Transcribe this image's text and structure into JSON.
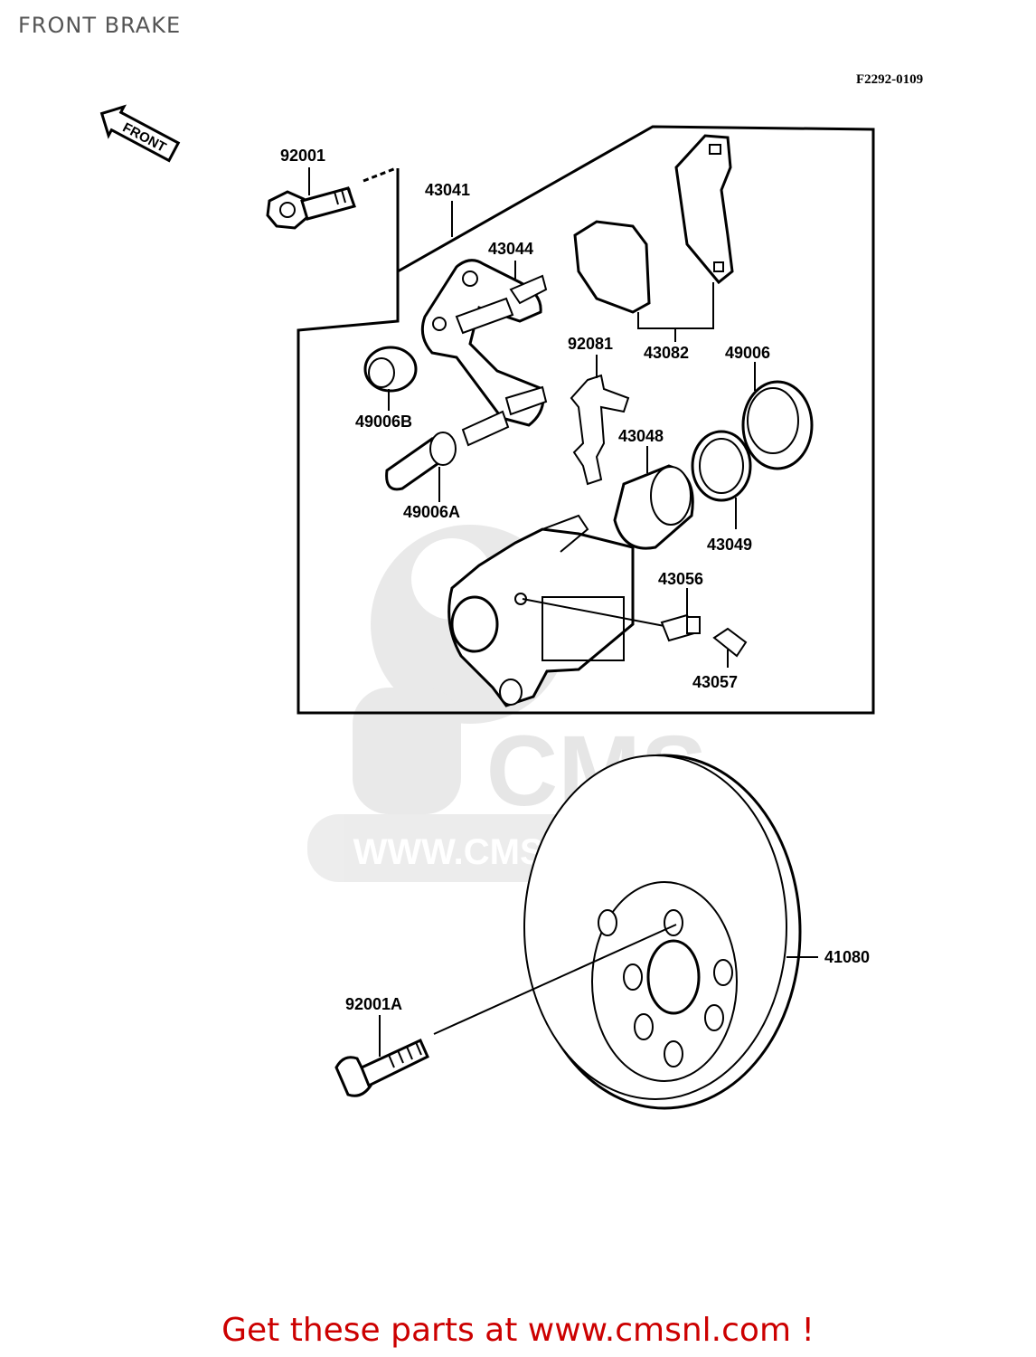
{
  "page": {
    "title": "FRONT BRAKE",
    "diagram_code": "F2292-0109",
    "front_label": "FRONT",
    "footer": "Get these parts at www.cmsnl.com !"
  },
  "watermark": {
    "logo_text": "CMS",
    "url_text": "WWW.CMSNL.COM"
  },
  "parts": [
    {
      "number": "92001"
    },
    {
      "number": "43041"
    },
    {
      "number": "43044"
    },
    {
      "number": "92081"
    },
    {
      "number": "43082"
    },
    {
      "number": "49006"
    },
    {
      "number": "49006B"
    },
    {
      "number": "43048"
    },
    {
      "number": "49006A"
    },
    {
      "number": "43049"
    },
    {
      "number": "43056"
    },
    {
      "number": "43057"
    },
    {
      "number": "41080"
    },
    {
      "number": "92001A"
    }
  ]
}
